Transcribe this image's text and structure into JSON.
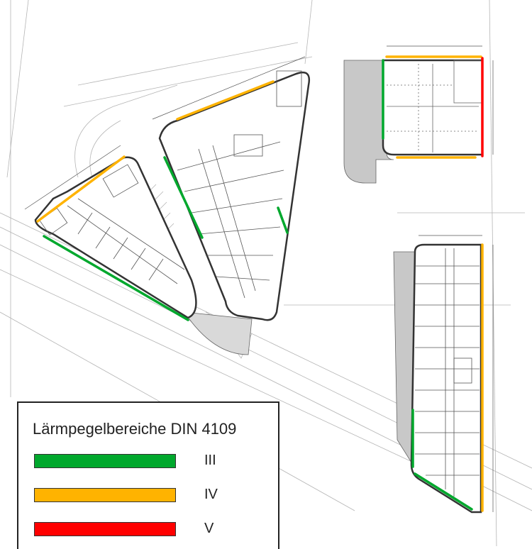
{
  "legend": {
    "title": "Lärmpegelbereiche DIN 4109",
    "items": [
      {
        "label": "III",
        "color": "#00a82d"
      },
      {
        "label": "IV",
        "color": "#ffb300"
      },
      {
        "label": "V",
        "color": "#ff0000"
      }
    ]
  },
  "colors": {
    "wall": "#333333",
    "paving": "#c8c8c8",
    "lines": "#9a9a9a"
  }
}
